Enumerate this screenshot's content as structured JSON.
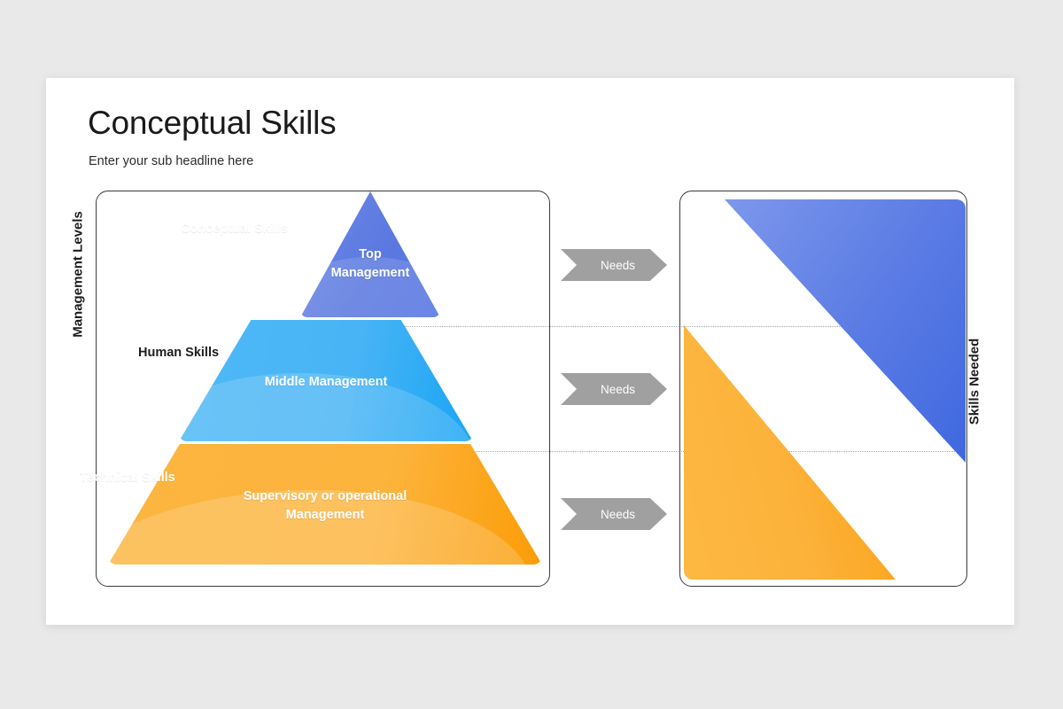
{
  "slide": {
    "title": "Conceptual Skills",
    "subtitle": "Enter your sub headline here"
  },
  "left_panel": {
    "axis_label": "Management Levels",
    "tiers": [
      {
        "id": "top",
        "label": "Top\nManagement",
        "color": "#5b79e0"
      },
      {
        "id": "middle",
        "label": "Middle Management",
        "color": "#48b4f5"
      },
      {
        "id": "bottom",
        "label": "Supervisory or operational\nManagement",
        "color": "#fdb43d"
      }
    ]
  },
  "connectors": [
    {
      "label": "Needs"
    },
    {
      "label": "Needs"
    },
    {
      "label": "Needs"
    }
  ],
  "right_panel": {
    "axis_label": "Skills Needed",
    "skills": [
      {
        "id": "conceptual",
        "label": "Conceptual Skills",
        "color": "#5b7ce4",
        "text_color": "#ffffff"
      },
      {
        "id": "human",
        "label": "Human Skills",
        "color": "#ffffff",
        "text_color": "#1d1d1d"
      },
      {
        "id": "technical",
        "label": "Technical Skills",
        "color": "#fcb23b",
        "text_color": "#ffffff"
      }
    ]
  },
  "theme": {
    "background": "#e9e9e9",
    "slide_background": "#ffffff",
    "arrow_color": "#a0a0a0",
    "border_color": "#3a3a3a",
    "divider_color": "#a7a7a7"
  }
}
